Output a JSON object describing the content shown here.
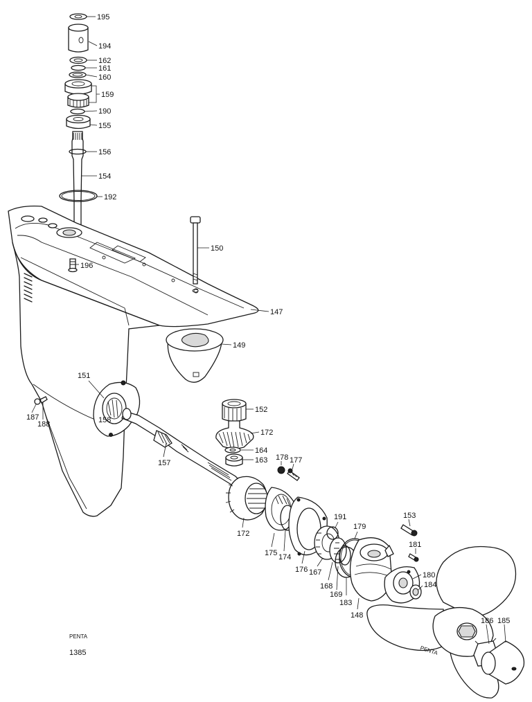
{
  "labels": {
    "p195": "195",
    "p194": "194",
    "p162": "162",
    "p161": "161",
    "p160": "160",
    "p159": "159",
    "p190": "190",
    "p155": "155",
    "p156": "156",
    "p154": "154",
    "p192": "192",
    "p150": "150",
    "p196": "196",
    "p147": "147",
    "p149": "149",
    "p151": "151",
    "p158": "158",
    "p187": "187",
    "p188": "188",
    "p152": "152",
    "p172a": "172",
    "p164": "164",
    "p163": "163",
    "p157": "157",
    "p178": "178",
    "p177": "177",
    "p172b": "172",
    "p175": "175",
    "p174": "174",
    "p176": "176",
    "p167": "167",
    "p168": "168",
    "p169": "169",
    "p183": "183",
    "p191": "191",
    "p179": "179",
    "p148": "148",
    "p153": "153",
    "p181": "181",
    "p180": "180",
    "p184": "184",
    "p186": "186",
    "p185": "185"
  },
  "footer": {
    "brand": "PENTA",
    "number": "1385"
  },
  "propeller_stamp": "PENTA"
}
